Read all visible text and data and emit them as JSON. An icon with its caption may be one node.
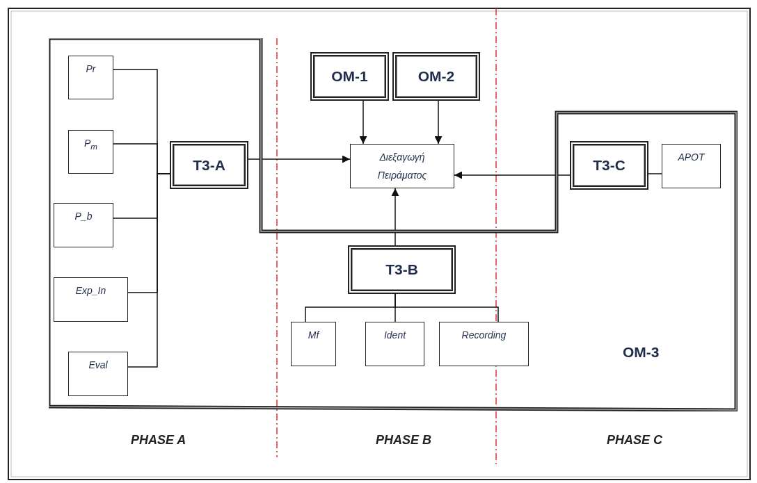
{
  "diagram": {
    "nodes": [
      {
        "text": [
          "OM-3"
        ]
      },
      {
        "text": [
          "Pr"
        ],
        "in": 0
      },
      {
        "text": [
          "P$_{m}$"
        ],
        "in": 0
      },
      {
        "text": [
          "P_b"
        ],
        "in": 0
      },
      {
        "text": [
          "Exp_In"
        ],
        "in": 0
      },
      {
        "text": [
          "Eval"
        ],
        "in": 0
      },
      {
        "text": [
          "T3-A"
        ],
        "in": 0
      },
      {
        "text": [
          "T3-B"
        ],
        "in": 0
      },
      {
        "text": [
          "Mf"
        ],
        "in": 0
      },
      {
        "text": [
          "Ident"
        ],
        "in": 0
      },
      {
        "text": [
          "Recording"
        ],
        "in": 0
      },
      {
        "text": [
          "T3-C"
        ],
        "in": 0
      },
      {
        "text": [
          "APOT"
        ],
        "in": 0
      },
      {
        "text": [
          "OM-1"
        ]
      },
      {
        "text": [
          "OM-2"
        ]
      },
      {
        "text": [
          "Διεξαγωγή Πειράματος"
        ]
      }
    ],
    "edges": [
      {
        "from": 1,
        "to": 6,
        "arrow": "none"
      },
      {
        "from": 2,
        "to": 6,
        "arrow": "none"
      },
      {
        "from": 3,
        "to": 6,
        "arrow": "none"
      },
      {
        "from": 4,
        "to": 6,
        "arrow": "none"
      },
      {
        "from": 5,
        "to": 6,
        "arrow": "none"
      },
      {
        "from": 6,
        "to": 15,
        "arrow": "to"
      },
      {
        "from": 13,
        "to": 15,
        "arrow": "to"
      },
      {
        "from": 14,
        "to": 15,
        "arrow": "to"
      },
      {
        "from": 7,
        "to": 15,
        "arrow": "to"
      },
      {
        "from": 11,
        "to": 15,
        "arrow": "to"
      },
      {
        "from": 11,
        "to": 12,
        "arrow": "none"
      },
      {
        "from": 7,
        "to": 8,
        "arrow": "none"
      },
      {
        "from": 7,
        "to": 9,
        "arrow": "none"
      },
      {
        "from": 7,
        "to": 10,
        "arrow": "none"
      }
    ],
    "labels": [
      "PHASE A",
      "PHASE B",
      "PHASE C"
    ]
  }
}
